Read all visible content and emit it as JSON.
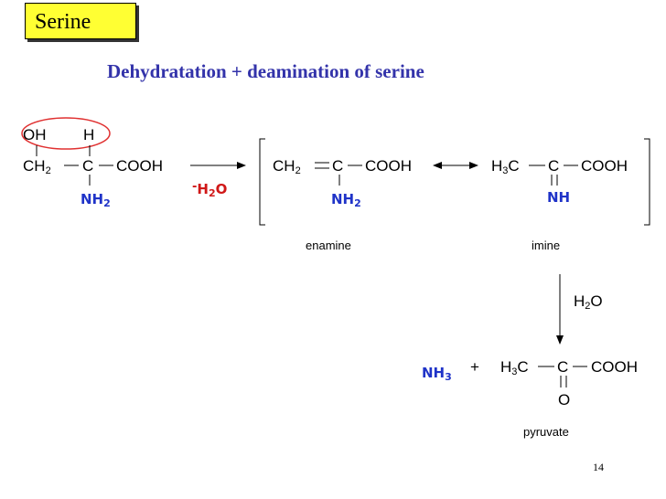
{
  "slide": {
    "title": "Serine",
    "heading": "Dehydratation + deamination of serine",
    "page_number": "14"
  },
  "serine": {
    "oh": "OH",
    "h": "H",
    "ch2": "CH",
    "ch2_sub": "2",
    "c": "C",
    "cooh": "COOH",
    "nh2": "NH",
    "nh2_sub": "2"
  },
  "water_loss": {
    "sign": "-",
    "h": "H",
    "sub": "2",
    "o": "O"
  },
  "enamine": {
    "ch2": "CH",
    "ch2_sub": "2",
    "c": "C",
    "cooh": "COOH",
    "nh2": "NH",
    "nh2_sub": "2",
    "label": "enamine"
  },
  "imine": {
    "h3": "H",
    "h3_sub": "3",
    "c_methyl": "C",
    "c": "C",
    "cooh": "COOH",
    "nh": "NH",
    "label": "imine"
  },
  "hydrolysis": {
    "h": "H",
    "sub": "2",
    "o": "O"
  },
  "products": {
    "nh3": "NH",
    "nh3_sub": "3",
    "plus": "+",
    "h3": "H",
    "h3_sub": "3",
    "c_methyl": "C",
    "c": "C",
    "cooh": "COOH",
    "o": "O",
    "label": "pyruvate"
  },
  "colors": {
    "title_bg": "#ffff33",
    "heading": "#3333aa",
    "amine": "#1f33c8",
    "water": "#d01818",
    "highlight": "#e03030"
  }
}
